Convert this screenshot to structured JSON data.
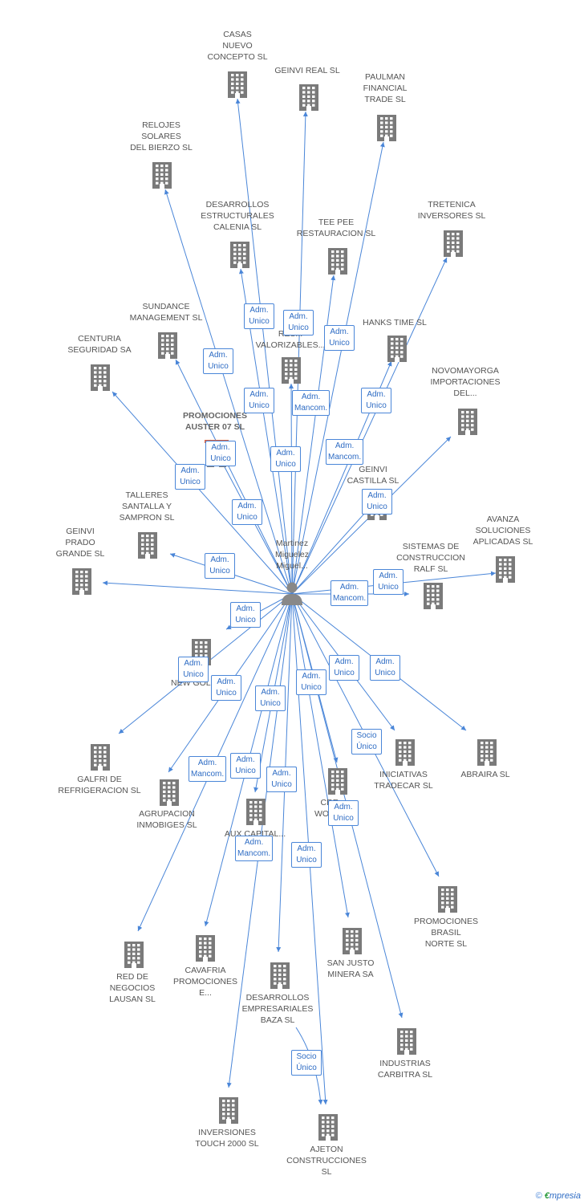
{
  "center": {
    "name": "Martinez\nMiguelez\nMiguel..."
  },
  "colors": {
    "accent": "#4a86d8",
    "building": "#7a7a7a",
    "highlight": "#e0633c",
    "text": "#555555"
  },
  "credit": {
    "symbol": "©",
    "brand": "mpresia"
  },
  "companies": [
    {
      "id": "casas",
      "label": "CASAS\nNUEVO\nCONCEPTO SL"
    },
    {
      "id": "geinvi_real",
      "label": "GEINVI REAL SL"
    },
    {
      "id": "paulman",
      "label": "PAULMAN\nFINANCIAL\nTRADE SL"
    },
    {
      "id": "relojes",
      "label": "RELOJES\nSOLARES\nDEL BIERZO  SL"
    },
    {
      "id": "desarrollos_estr",
      "label": "DESARROLLOS\nESTRUCTURALES\nCALENIA SL"
    },
    {
      "id": "tee_pee",
      "label": "TEE PEE\nRESTAURACION SL"
    },
    {
      "id": "tretenica",
      "label": "TRETENICA\nINVERSORES SL"
    },
    {
      "id": "sundance",
      "label": "SUNDANCE\nMANAGEMENT SL"
    },
    {
      "id": "valorizables",
      "label": "...\nRES...\nVALORIZABLES..."
    },
    {
      "id": "hanks",
      "label": "HANKS TIME SL"
    },
    {
      "id": "centuria",
      "label": "CENTURIA\nSEGURIDAD SA"
    },
    {
      "id": "novomayorga",
      "label": "NOVOMAYORGA\nIMPORTACIONES\nDEL..."
    },
    {
      "id": "promociones_auster",
      "label": "PROMOCIONES\nAUSTER 07 SL"
    },
    {
      "id": "geinvi_castilla",
      "label": "GEINVI\nCASTILLA SL"
    },
    {
      "id": "talleres",
      "label": "TALLERES\nSANTALLA Y\nSAMPRON SL"
    },
    {
      "id": "avanza",
      "label": "AVANZA\nSOLUCIONES\nAPLICADAS SL"
    },
    {
      "id": "geinvi_prado",
      "label": "GEINVI\nPRADO\nGRANDE SL"
    },
    {
      "id": "sistemas",
      "label": "SISTEMAS DE\nCONSTRUCCION\nRALF SL"
    },
    {
      "id": "new_gold",
      "label": "...IT\nNEW GOLD..."
    },
    {
      "id": "galfri",
      "label": "GALFRI DE\nREFRIGERACION SL"
    },
    {
      "id": "agrupacion",
      "label": "AGRUPACION\nINMOBIGES SL"
    },
    {
      "id": "aux_capital",
      "label": "AUX CAPITAL..."
    },
    {
      "id": "creativ",
      "label": "CRE...\nWORL...L"
    },
    {
      "id": "iniciativas",
      "label": "INICIATIVAS\nTRADECAR  SL"
    },
    {
      "id": "abraira",
      "label": "ABRAIRA SL"
    },
    {
      "id": "promociones_brasil",
      "label": "PROMOCIONES\nBRASIL\nNORTE SL"
    },
    {
      "id": "red_negocios",
      "label": "RED DE\nNEGOCIOS\nLAUSAN SL"
    },
    {
      "id": "cavafria",
      "label": "CAVAFRIA\nPROMOCIONES\nE..."
    },
    {
      "id": "san_justo",
      "label": "SAN JUSTO\nMINERA SA"
    },
    {
      "id": "desarrollos_emp",
      "label": "DESARROLLOS\nEMPRESARIALES\nBAZA  SL"
    },
    {
      "id": "industrias",
      "label": "INDUSTRIAS\nCARBITRA  SL"
    },
    {
      "id": "inversiones",
      "label": "INVERSIONES\nTOUCH 2000 SL"
    },
    {
      "id": "ajeton",
      "label": "AJETON\nCONSTRUCCIONES\nSL"
    }
  ],
  "relations": [
    {
      "target": "casas",
      "line1": "Adm.",
      "line2": "Unico"
    },
    {
      "target": "geinvi_real",
      "line1": "Adm.",
      "line2": "Unico"
    },
    {
      "target": "paulman",
      "line1": "Adm.",
      "line2": "Unico"
    },
    {
      "target": "relojes",
      "line1": "Adm.",
      "line2": "Unico"
    },
    {
      "target": "desarrollos_estr",
      "line1": "Adm.",
      "line2": "Unico"
    },
    {
      "target": "tee_pee",
      "line1": "Adm.",
      "line2": "Mancom."
    },
    {
      "target": "tretenica",
      "line1": "Adm.",
      "line2": "Unico"
    },
    {
      "target": "sundance",
      "line1": "Adm.",
      "line2": "Unico"
    },
    {
      "target": "valorizables",
      "line1": "Adm.",
      "line2": "Unico"
    },
    {
      "target": "hanks",
      "line1": "Adm.",
      "line2": "Mancom."
    },
    {
      "target": "centuria",
      "line1": "Adm.",
      "line2": "Unico"
    },
    {
      "target": "novomayorga",
      "line1": "Adm.",
      "line2": "Unico"
    },
    {
      "target": "promociones_auster",
      "line1": "Adm.",
      "line2": "Unico"
    },
    {
      "target": "geinvi_castilla",
      "line1": "Adm.",
      "line2": "Unico"
    },
    {
      "target": "talleres",
      "line1": "Adm.",
      "line2": "Unico"
    },
    {
      "target": "avanza",
      "line1": "Adm.",
      "line2": "Unico"
    },
    {
      "target": "geinvi_prado",
      "line1": "Adm.",
      "line2": "Unico"
    },
    {
      "target": "sistemas",
      "line1": "Adm.",
      "line2": "Mancom."
    },
    {
      "target": "new_gold",
      "line1": "Adm.",
      "line2": "Unico"
    },
    {
      "target": "galfri",
      "line1": "Adm.",
      "line2": "Unico"
    },
    {
      "target": "agrupacion",
      "line1": "Adm.",
      "line2": "Unico"
    },
    {
      "target": "aux_capital",
      "line1": "Adm.",
      "line2": "Unico"
    },
    {
      "target": "creativ",
      "line1": "Adm.",
      "line2": "Unico"
    },
    {
      "target": "iniciativas",
      "line1": "Adm.",
      "line2": "Unico"
    },
    {
      "target": "abraira",
      "line1": "Adm.",
      "line2": "Unico"
    },
    {
      "target": "promociones_brasil",
      "line1": "Socio",
      "line2": "Único"
    },
    {
      "target": "red_negocios",
      "line1": "Adm.",
      "line2": "Mancom."
    },
    {
      "target": "cavafria",
      "line1": "Adm.",
      "line2": "Unico"
    },
    {
      "target": "san_justo",
      "line1": "Adm.",
      "line2": "Unico"
    },
    {
      "target": "desarrollos_emp",
      "line1": "Adm.",
      "line2": "Unico"
    },
    {
      "target": "industrias",
      "line1": "Adm.",
      "line2": "Unico"
    },
    {
      "target": "inversiones",
      "line1": "Adm.",
      "line2": "Mancom."
    },
    {
      "target": "ajeton",
      "line1": "Adm.",
      "line2": "Unico"
    },
    {
      "target": "ajeton",
      "line1": "Socio",
      "line2": "Único",
      "from": "desarrollos_emp"
    }
  ]
}
